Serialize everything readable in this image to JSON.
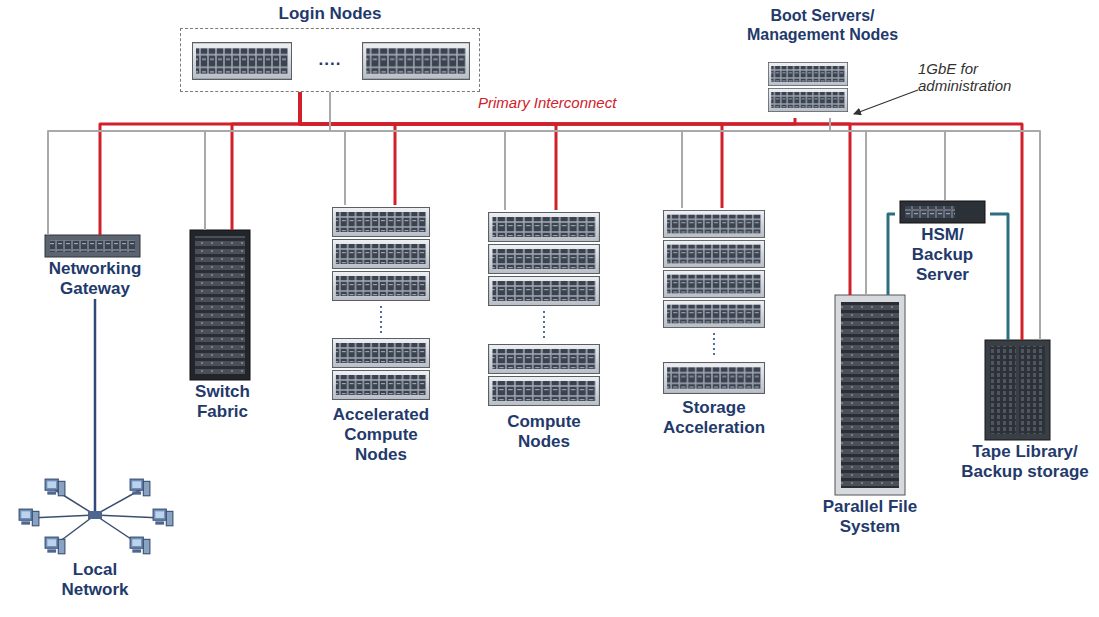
{
  "diagram": {
    "nodes": [
      {
        "text": [
          "Login Nodes",
          "...."
        ]
      },
      {
        "text": [
          "Boot Servers/ Management Nodes"
        ]
      },
      {
        "text": [
          "Networking Gateway"
        ]
      },
      {
        "text": [
          "Switch Fabric"
        ]
      },
      {
        "text": [
          "Accelerated Compute Nodes"
        ]
      },
      {
        "text": [
          "Compute Nodes"
        ]
      },
      {
        "text": [
          "Storage Acceleration"
        ]
      },
      {
        "text": [
          "Parallel File System"
        ]
      },
      {
        "text": [
          "HSM/ Backup Server"
        ]
      },
      {
        "text": [
          "Tape Library/ Backup storage"
        ]
      },
      {
        "text": [
          "Local Network"
        ]
      }
    ],
    "edges": [
      {
        "from": 0,
        "to": 2,
        "arrow": "none"
      },
      {
        "from": 0,
        "to": 3,
        "arrow": "none"
      },
      {
        "from": 0,
        "to": 4,
        "arrow": "none"
      },
      {
        "from": 0,
        "to": 5,
        "arrow": "none"
      },
      {
        "from": 0,
        "to": 6,
        "arrow": "none"
      },
      {
        "from": 0,
        "to": 7,
        "arrow": "none"
      },
      {
        "from": 0,
        "to": 9,
        "arrow": "none"
      },
      {
        "from": 0,
        "to": 1,
        "arrow": "none"
      },
      {
        "from": 1,
        "to": 0,
        "arrow": "none"
      },
      {
        "from": 1,
        "to": 2,
        "arrow": "none"
      },
      {
        "from": 1,
        "to": 3,
        "arrow": "none"
      },
      {
        "from": 1,
        "to": 4,
        "arrow": "none"
      },
      {
        "from": 1,
        "to": 5,
        "arrow": "none"
      },
      {
        "from": 1,
        "to": 6,
        "arrow": "none"
      },
      {
        "from": 1,
        "to": 7,
        "arrow": "none"
      },
      {
        "from": 1,
        "to": 8,
        "arrow": "none"
      },
      {
        "from": 1,
        "to": 9,
        "arrow": "none"
      },
      {
        "from": 2,
        "to": 10,
        "arrow": "none"
      },
      {
        "from": 8,
        "to": 7,
        "arrow": "none"
      },
      {
        "from": 8,
        "to": 9,
        "arrow": "none"
      }
    ],
    "labels": [
      "1GbE for administration",
      "Primary Interconnect"
    ]
  }
}
